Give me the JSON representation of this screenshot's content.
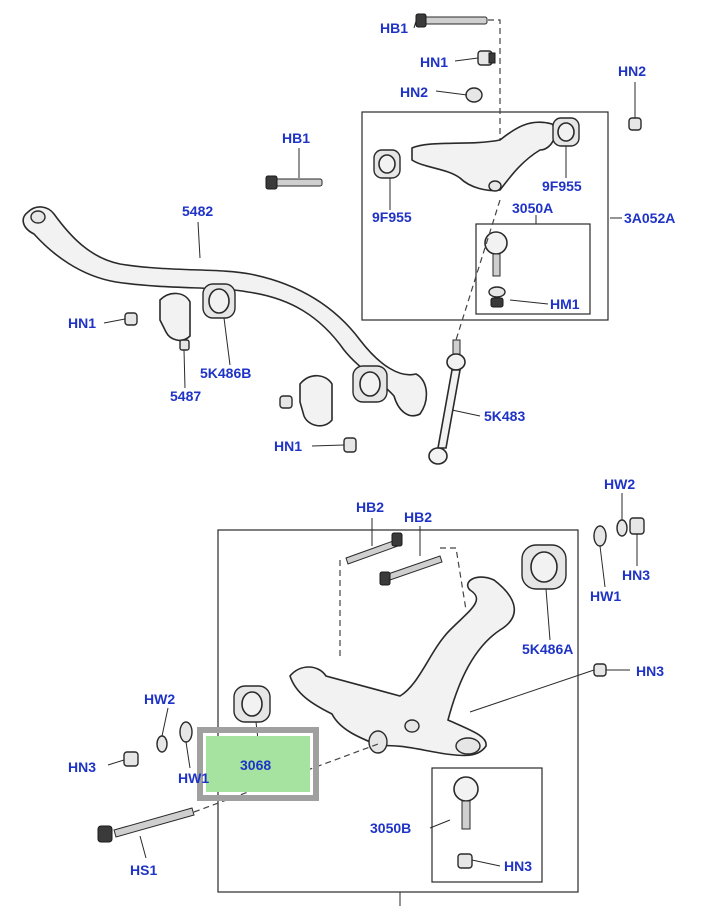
{
  "labels": {
    "hb1_top": "HB1",
    "hn1_top": "HN1",
    "hn2_top_left": "HN2",
    "hn2_top_right": "HN2",
    "hb1_left": "HB1",
    "f9955_left": "9F955",
    "f9955_right": "9F955",
    "p3050a": "3050A",
    "p3a052a": "3A052A",
    "hm1": "HM1",
    "p5482": "5482",
    "hn1_left": "HN1",
    "p5k486b": "5K486B",
    "p5487": "5487",
    "p5k483": "5K483",
    "hn1_mid": "HN1",
    "hb2_a": "HB2",
    "hb2_b": "HB2",
    "hw2_right": "HW2",
    "hn3_right": "HN3",
    "hw1_right": "HW1",
    "p5k486a": "5K486A",
    "hn3_mid": "HN3",
    "hw2_left": "HW2",
    "hn3_left": "HN3",
    "hw1_left": "HW1",
    "p3068": "3068",
    "p3050b": "3050B",
    "hn3_bottom": "HN3",
    "hs1": "HS1"
  },
  "colors": {
    "label_blue": "#1f33c6",
    "highlight_green": "#a6e3a1",
    "highlight_border": "#a0a0a0"
  }
}
